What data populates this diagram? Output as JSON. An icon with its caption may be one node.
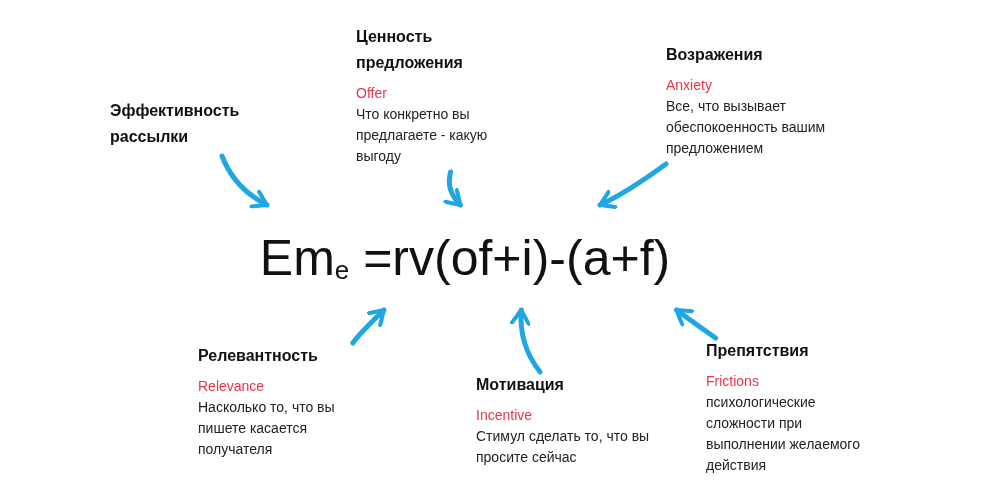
{
  "diagram": {
    "nodes": [
      {
        "text": [
          "Эффективность рассылки"
        ]
      },
      {
        "text": [
          "Ценность предложения",
          "Offer",
          "Что конкретно вы предлагаете - какую выгоду"
        ]
      },
      {
        "text": [
          "Возражения",
          "Anxiety",
          "Все, что вызывает обеспокоенность вашим предложением"
        ]
      },
      {
        "text": [
          "Em$_{e}$ =rv(of+i)-(a+f)"
        ]
      },
      {
        "text": [
          "Релевантность",
          "Relevance",
          "Насколько то, что вы пишете касается получателя"
        ]
      },
      {
        "text": [
          "Мотивация",
          "Incentive",
          "Стимул сделать то, что вы просите сейчас"
        ]
      },
      {
        "text": [
          "Препятствия",
          "Frictions",
          "психологические сложности при выполнении желаемого действия"
        ]
      }
    ],
    "edges": [
      {
        "from": 0,
        "to": 3,
        "arrow": "to"
      },
      {
        "from": 1,
        "to": 3,
        "arrow": "to"
      },
      {
        "from": 2,
        "to": 3,
        "arrow": "to"
      },
      {
        "from": 4,
        "to": 3,
        "arrow": "to"
      },
      {
        "from": 5,
        "to": 3,
        "arrow": "to"
      },
      {
        "from": 6,
        "to": 3,
        "arrow": "to"
      }
    ]
  }
}
